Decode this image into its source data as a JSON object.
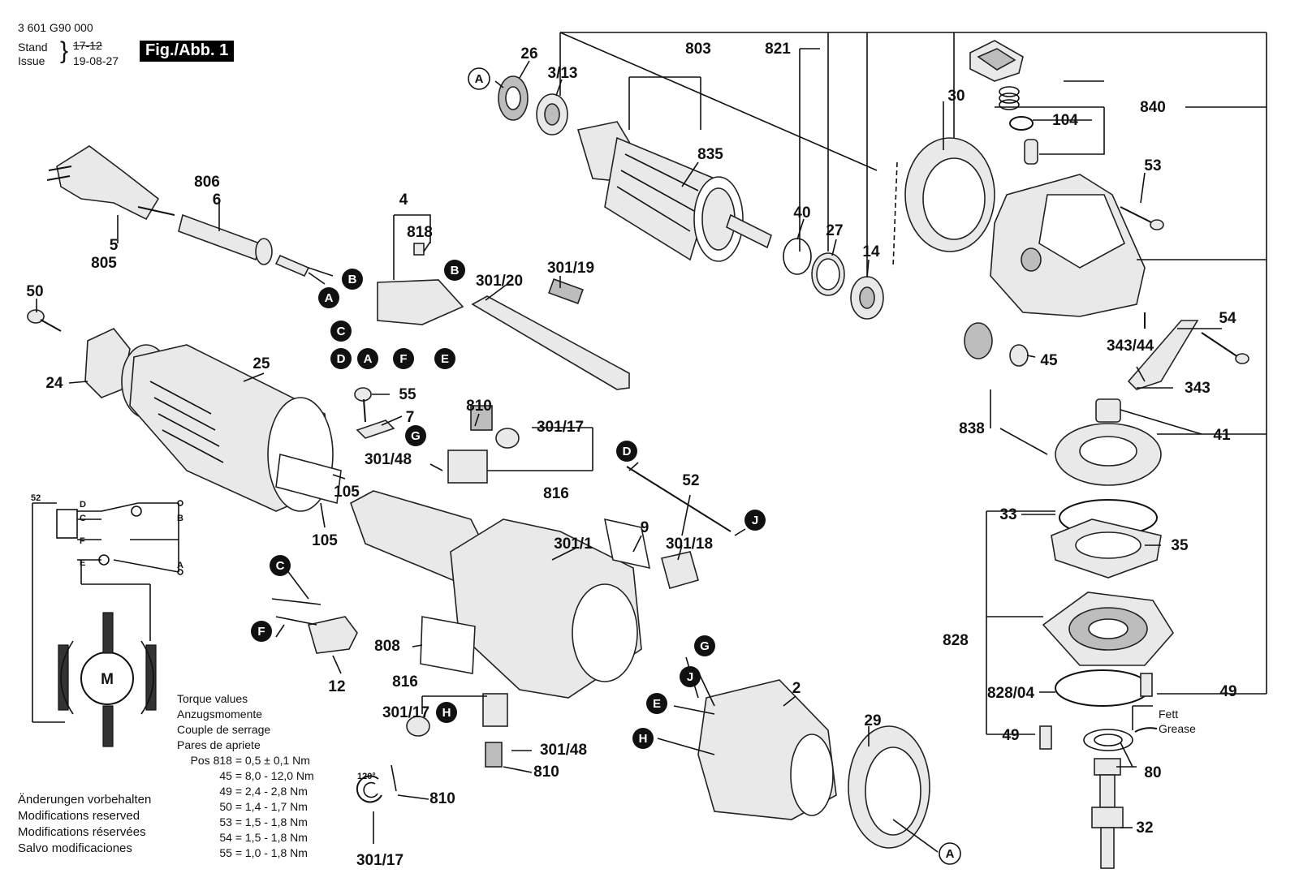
{
  "header": {
    "code": "3 601 G90 000",
    "stand_label": "Stand",
    "issue_label": "Issue",
    "brace": "}",
    "stand_value": "17-12",
    "issue_value": "19-08-27",
    "figure_title": "Fig./Abb. 1"
  },
  "torque": {
    "title_lines": [
      "Torque values",
      "Anzugsmomente",
      "Couple de serrage",
      "Pares de apriete"
    ],
    "rows": [
      {
        "key": "Pos 818 =",
        "value": "0,5 ± 0,1 Nm"
      },
      {
        "key": "45 =",
        "value": "8,0 - 12,0 Nm"
      },
      {
        "key": "49 =",
        "value": "2,4 - 2,8 Nm"
      },
      {
        "key": "50 =",
        "value": "1,4 - 1,7 Nm"
      },
      {
        "key": "53 =",
        "value": "1,5 - 1,8 Nm"
      },
      {
        "key": "54 =",
        "value": "1,5 - 1,8 Nm"
      },
      {
        "key": "55 =",
        "value": "1,0 - 1,8 Nm"
      }
    ]
  },
  "modifications": [
    "Änderungen vorbehalten",
    "Modifications reserved",
    "Modifications réservées",
    "Salvo modificaciones"
  ],
  "grease": {
    "line1": "Fett",
    "line2": "Grease"
  },
  "motor_symbol": "M",
  "wiring_labels": {
    "n52": "52",
    "d": "D",
    "c": "C",
    "f": "F",
    "e": "E",
    "b": "B",
    "a": "A"
  },
  "angle_label": "120°",
  "part_labels": {
    "p26": "26",
    "p3_13": "3/13",
    "p803": "803",
    "p821": "821",
    "p30": "30",
    "p840": "840",
    "p104": "104",
    "p835": "835",
    "p53": "53",
    "p806": "806",
    "p6": "6",
    "p5": "5",
    "p805": "805",
    "p4": "4",
    "p818": "818",
    "p301_20": "301/20",
    "p301_19": "301/19",
    "p40": "40",
    "p27": "27",
    "p14": "14",
    "p50": "50",
    "p24": "24",
    "p25": "25",
    "p54": "54",
    "p343_44": "343/44",
    "p45": "45",
    "p343": "343",
    "p41": "41",
    "p838": "838",
    "p55": "55",
    "p7": "7",
    "p810a": "810",
    "p301_17a": "301/17",
    "p301_48a": "301/48",
    "p816a": "816",
    "p105a": "105",
    "p105b": "105",
    "p52": "52",
    "p33": "33",
    "p35": "35",
    "p9": "9",
    "p301_1": "301/1",
    "p301_18": "301/18",
    "p828": "828",
    "p808": "808",
    "p12": "12",
    "p2": "2",
    "p49a": "49",
    "p828_04": "828/04",
    "p816b": "816",
    "p301_17b": "301/17",
    "p301_48b": "301/48",
    "p810b": "810",
    "p29": "29",
    "p49b": "49",
    "p80": "80",
    "p810c": "810",
    "p32": "32",
    "p301_17c": "301/17"
  },
  "callouts": {
    "a_top": "A",
    "b1": "B",
    "a1": "A",
    "b2": "B",
    "c1": "C",
    "d1": "D",
    "a2": "A",
    "f1": "F",
    "e1": "E",
    "g1": "G",
    "d2": "D",
    "j1": "J",
    "c2": "C",
    "f2": "F",
    "g2": "G",
    "j2": "J",
    "e2": "E",
    "h1": "H",
    "h2": "H",
    "a_bottom": "A"
  }
}
